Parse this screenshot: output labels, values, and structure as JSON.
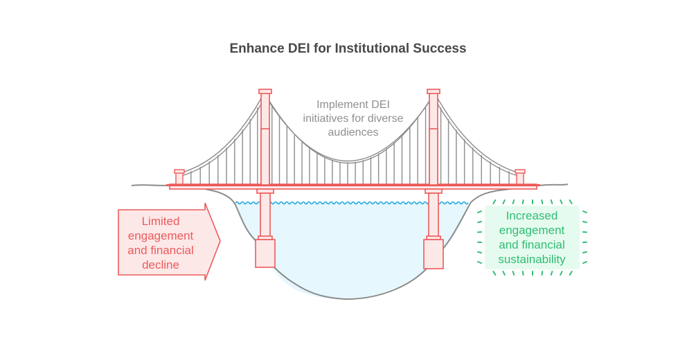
{
  "title": "Enhance DEI for Institutional Success",
  "bridge": {
    "label_lines": [
      "Implement DEI",
      "initiatives for diverse",
      "audiences"
    ]
  },
  "start_state": {
    "label_lines": [
      "Limited",
      "engagement",
      "and financial",
      "decline"
    ],
    "shape": "arrow"
  },
  "end_state": {
    "label_lines": [
      "Increased",
      "engagement",
      "and financial",
      "sustainability"
    ],
    "shape": "glowing-box"
  },
  "colors": {
    "title": "#484848",
    "bridge_stroke": "#ec5a5a",
    "bridge_fill": "#fde8e8",
    "cable": "#8c8c8c",
    "water": "#e6f7fd",
    "wave": "#29a9e0",
    "ground": "#8c8c8c",
    "start_fill": "#fde8e8",
    "start_text": "#ec5a5a",
    "end_fill": "#e6fbef",
    "end_text": "#2fbd73"
  }
}
